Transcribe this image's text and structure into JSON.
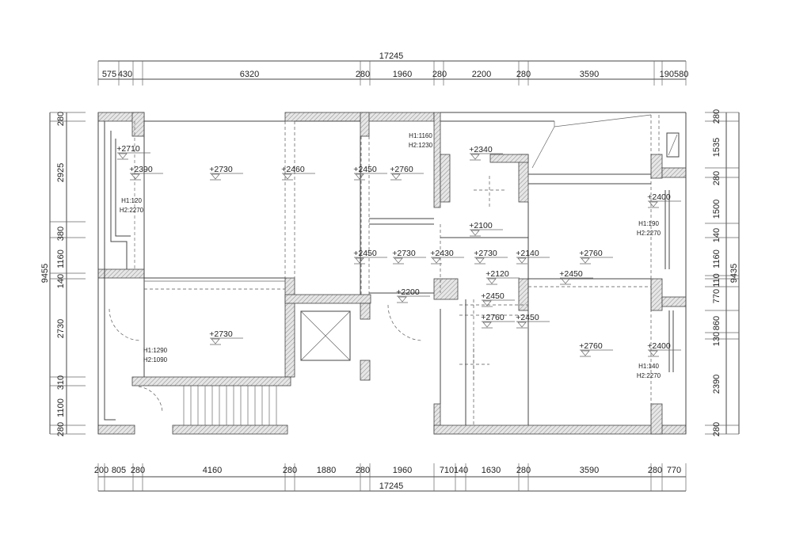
{
  "plan": {
    "top_total": "17245",
    "bottom_total": "17245",
    "left_total": "9455",
    "right_total": "9435",
    "top_dims": [
      "575",
      "430",
      "6320",
      "280",
      "1960",
      "280",
      "2200",
      "280",
      "3590",
      "190580"
    ],
    "bottom_dims": [
      "200",
      "805",
      "280",
      "4160",
      "280",
      "1880",
      "280",
      "1960",
      "710",
      "140",
      "1630",
      "280",
      "3590",
      "280",
      "770"
    ],
    "left_dims": [
      "280",
      "2925",
      "380",
      "1160",
      "140",
      "2730",
      "310",
      "1100",
      "280"
    ],
    "right_dims": [
      "280",
      "1535",
      "280",
      "1500",
      "140",
      "1160",
      "110",
      "770",
      "860",
      "130",
      "2390",
      "280"
    ],
    "elevations": [
      "+2710",
      "+2390",
      "+2730",
      "+2460",
      "+2450",
      "+2760",
      "+2340",
      "+2100",
      "+2400",
      "+2450",
      "+2730",
      "+2430",
      "+2730",
      "+2140",
      "+2760",
      "+2120",
      "+2450",
      "+2200",
      "+2450",
      "+2760",
      "+2450",
      "+2730",
      "+2760",
      "+2400"
    ],
    "window_notes": [
      [
        "H1:1160",
        "H2:1230"
      ],
      [
        "H1:120",
        "H2:2270"
      ],
      [
        "H1:190",
        "H2:2270"
      ],
      [
        "H1:1290",
        "H2:1090"
      ],
      [
        "H1:140",
        "H2:2270"
      ]
    ]
  }
}
